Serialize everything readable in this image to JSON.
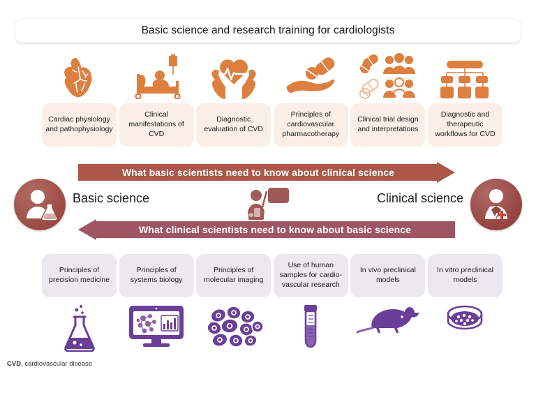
{
  "header": {
    "title": "Basic science and research training for cardiologists"
  },
  "clinical_track": {
    "icons": [
      {
        "name": "heart-anatomy-icon"
      },
      {
        "name": "patient-bed-iv-icon"
      },
      {
        "name": "hands-heart-ecg-icon"
      },
      {
        "name": "hand-pills-icon"
      },
      {
        "name": "clinical-trial-groups-icon"
      },
      {
        "name": "workflow-chart-icon"
      }
    ],
    "items": [
      "Cardiac physiology and pathophysiology",
      "Clinical manifestations of CVD",
      "Diagnostic evaluation of CVD",
      "Principles of cardiovascular pharmacotherapy",
      "Clinical trial design and interpretations",
      "Diagnostic and therapeutic workflows for CVD"
    ]
  },
  "basic_track": {
    "icons": [
      {
        "name": "flask-icon"
      },
      {
        "name": "computer-network-chart-icon"
      },
      {
        "name": "cell-cluster-icon"
      },
      {
        "name": "sample-tube-icon"
      },
      {
        "name": "mouse-icon"
      },
      {
        "name": "petri-dish-icon"
      }
    ],
    "items": [
      "Principles of precision medicine",
      "Principles of systems biology",
      "Principles of molecular imaging",
      "Use of human samples for cardio-vascular research",
      "In vivo preclinical models",
      "In vitro preclinical models"
    ]
  },
  "arrows": {
    "forward": "What basic scientists need to know about clinical science",
    "backward": "What clinical scientists need to know about basic science"
  },
  "axes": {
    "left_label": "Basic science",
    "right_label": "Clinical science",
    "left_avatar": "scientist-avatar",
    "right_avatar": "clinician-avatar",
    "center_icon": "teaching-presenter-icon"
  },
  "footnote": {
    "abbreviation": "CVD",
    "definition": ", cardiovascular disease"
  },
  "colors": {
    "clinical_accent": "#dd7f3f",
    "basic_accent": "#6b3f97",
    "arrow_forward": "#ab5849",
    "arrow_backward": "#9e5564",
    "clinical_pill_bg": "#fbeee6",
    "basic_pill_bg": "#ebe8ee"
  }
}
